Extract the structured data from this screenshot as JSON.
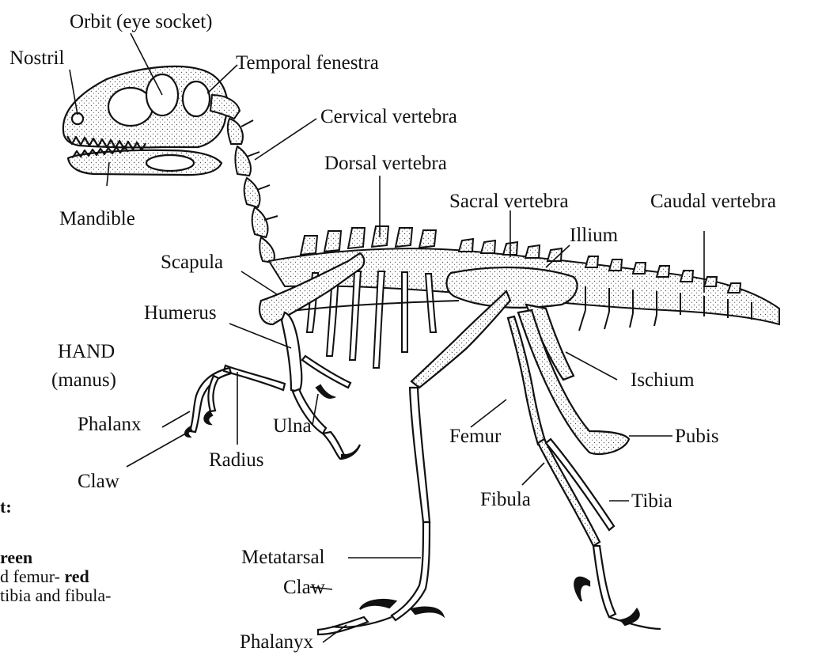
{
  "labels": {
    "orbit": "Orbit (eye socket)",
    "nostril": "Nostril",
    "temporal_fenestra": "Temporal fenestra",
    "cervical_vertebra": "Cervical vertebra",
    "dorsal_vertebra": "Dorsal vertebra",
    "mandible": "Mandible",
    "sacral_vertebra": "Sacral vertebra",
    "caudal_vertebra": "Caudal vertebra",
    "illium": "Illium",
    "scapula": "Scapula",
    "humerus": "Humerus",
    "hand": "HAND",
    "manus": "(manus)",
    "ischium": "Ischium",
    "phalanx": "Phalanx",
    "ulna": "Ulna",
    "femur": "Femur",
    "pubis": "Pubis",
    "radius": "Radius",
    "claw_hand": "Claw",
    "fibula": "Fibula",
    "tibia": "Tibia",
    "metatarsal": "Metatarsal",
    "claw_foot": "Claw",
    "phalanyx": "Phalanyx"
  },
  "legend": {
    "line1": "t:",
    "line2_bold": "reen",
    "line3_plain": "d femur- ",
    "line3_bold": "red",
    "line4": "tibia and fibula-"
  },
  "colors": {
    "ink": "#111111",
    "bone_fill": "#ffffff",
    "stipple": "#555555"
  }
}
